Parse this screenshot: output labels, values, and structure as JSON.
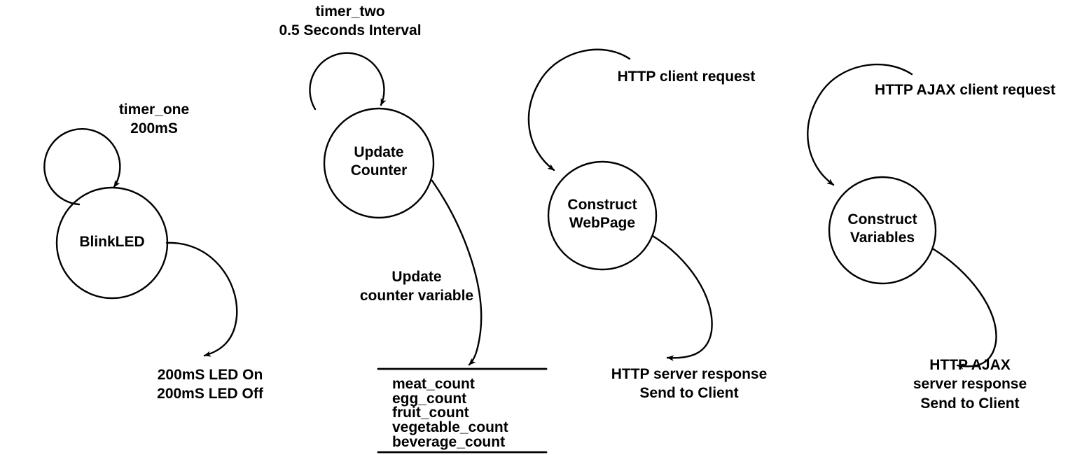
{
  "diagram": {
    "title": "Data Flow Diagram - Timer and HTTP Server Processes",
    "background_color": "#ffffff",
    "stroke_color": "#000000"
  },
  "processes": [
    {
      "id": "blinkled",
      "label": "BlinkLED"
    },
    {
      "id": "update-counter",
      "label": "Update\nCounter"
    },
    {
      "id": "construct-webpage",
      "label": "Construct\nWebPage"
    },
    {
      "id": "construct-variables",
      "label": "Construct\nVariables"
    }
  ],
  "edge_labels": {
    "timer_one": "timer_one\n200mS",
    "timer_two": "timer_two\n0.5 Seconds Interval",
    "blink_output": "200mS LED On\n200mS LED Off",
    "update_counter_store": "Update\ncounter variable",
    "http_client_request": "HTTP client request",
    "http_server_response": "HTTP server response\nSend to Client",
    "http_ajax_request": "HTTP AJAX client request",
    "http_ajax_response": "HTTP AJAX\nserver response\nSend to Client"
  },
  "data_store": {
    "id": "counter-data-store",
    "items": [
      "meat_count",
      "egg_count",
      "fruit_count",
      "vegetable_count",
      "beverage_count"
    ]
  }
}
